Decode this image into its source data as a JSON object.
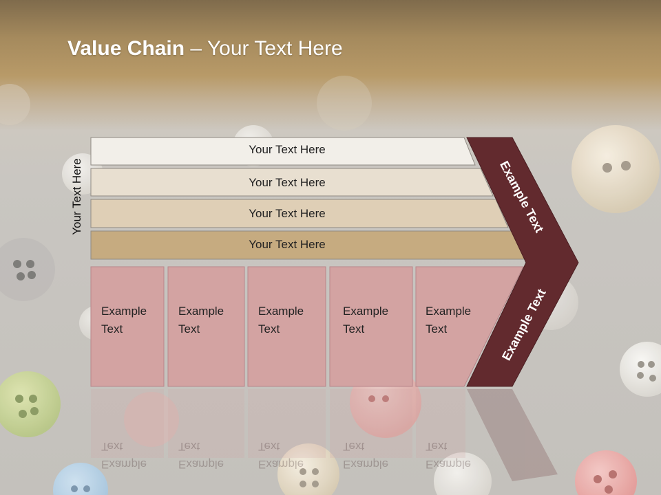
{
  "slide": {
    "title_bold": "Value Chain",
    "title_rest": " – Your Text Here",
    "side_label": "Your Text Here"
  },
  "bars": [
    {
      "label": "Your Text Here",
      "color": "#f2efe9"
    },
    {
      "label": "Your Text Here",
      "color": "#e8dfd0"
    },
    {
      "label": "Your Text Here",
      "color": "#dfcfb6"
    },
    {
      "label": "Your Text Here",
      "color": "#c6ab80"
    }
  ],
  "boxes": [
    {
      "label": "Example Text"
    },
    {
      "label": "Example Text"
    },
    {
      "label": "Example Text"
    },
    {
      "label": "Example Text"
    },
    {
      "label": "Example Text"
    }
  ],
  "chevron": {
    "upper_label": "Example Text",
    "lower_label": "Example Text",
    "color": "#622a2e"
  },
  "colors": {
    "box": "#d3a3a2",
    "box_border": "#b8858a"
  }
}
